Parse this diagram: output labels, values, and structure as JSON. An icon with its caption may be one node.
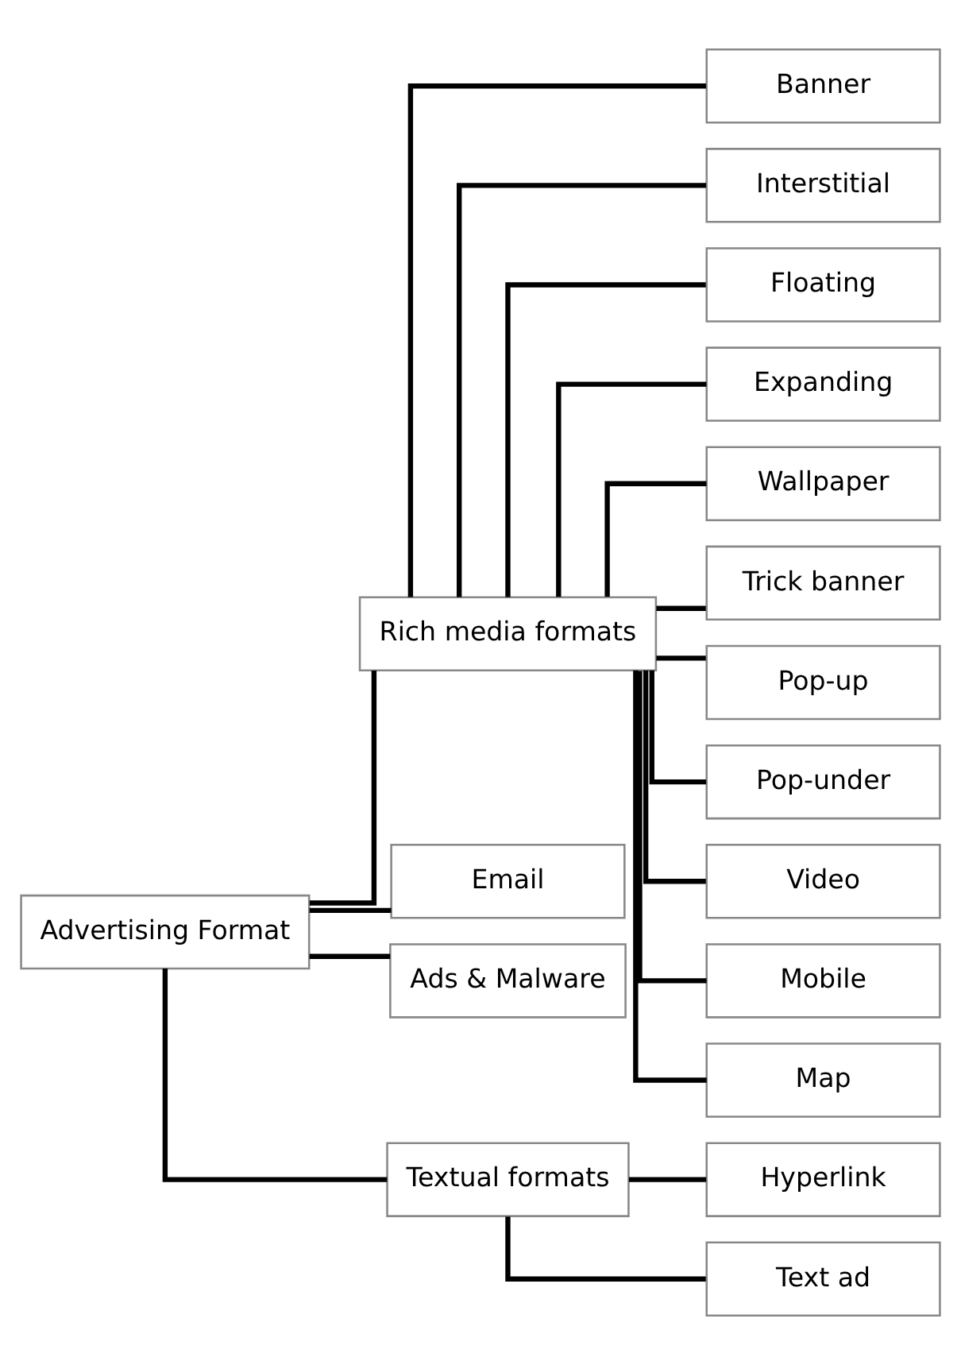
{
  "diagram": {
    "nodes": [
      {
        "text": [
          "Advertising Format"
        ]
      },
      {
        "text": [
          "Rich media formats"
        ]
      },
      {
        "text": [
          "Email"
        ]
      },
      {
        "text": [
          "Ads & Malware"
        ]
      },
      {
        "text": [
          "Textual formats"
        ]
      },
      {
        "text": [
          "Banner"
        ]
      },
      {
        "text": [
          "Interstitial"
        ]
      },
      {
        "text": [
          "Floating"
        ]
      },
      {
        "text": [
          "Expanding"
        ]
      },
      {
        "text": [
          "Wallpaper"
        ]
      },
      {
        "text": [
          "Trick banner"
        ]
      },
      {
        "text": [
          "Pop-up"
        ]
      },
      {
        "text": [
          "Pop-under"
        ]
      },
      {
        "text": [
          "Video"
        ]
      },
      {
        "text": [
          "Mobile"
        ]
      },
      {
        "text": [
          "Map"
        ]
      },
      {
        "text": [
          "Hyperlink"
        ]
      },
      {
        "text": [
          "Text ad"
        ]
      }
    ],
    "edges": [
      {
        "from": 0,
        "to": 1,
        "arrow": "none"
      },
      {
        "from": 0,
        "to": 2,
        "arrow": "none"
      },
      {
        "from": 0,
        "to": 3,
        "arrow": "none"
      },
      {
        "from": 0,
        "to": 4,
        "arrow": "none"
      },
      {
        "from": 1,
        "to": 5,
        "arrow": "none"
      },
      {
        "from": 1,
        "to": 6,
        "arrow": "none"
      },
      {
        "from": 1,
        "to": 7,
        "arrow": "none"
      },
      {
        "from": 1,
        "to": 8,
        "arrow": "none"
      },
      {
        "from": 1,
        "to": 9,
        "arrow": "none"
      },
      {
        "from": 1,
        "to": 10,
        "arrow": "none"
      },
      {
        "from": 1,
        "to": 11,
        "arrow": "none"
      },
      {
        "from": 1,
        "to": 12,
        "arrow": "none"
      },
      {
        "from": 1,
        "to": 13,
        "arrow": "none"
      },
      {
        "from": 1,
        "to": 14,
        "arrow": "none"
      },
      {
        "from": 1,
        "to": 15,
        "arrow": "none"
      },
      {
        "from": 4,
        "to": 16,
        "arrow": "none"
      },
      {
        "from": 4,
        "to": 17,
        "arrow": "none"
      }
    ]
  }
}
